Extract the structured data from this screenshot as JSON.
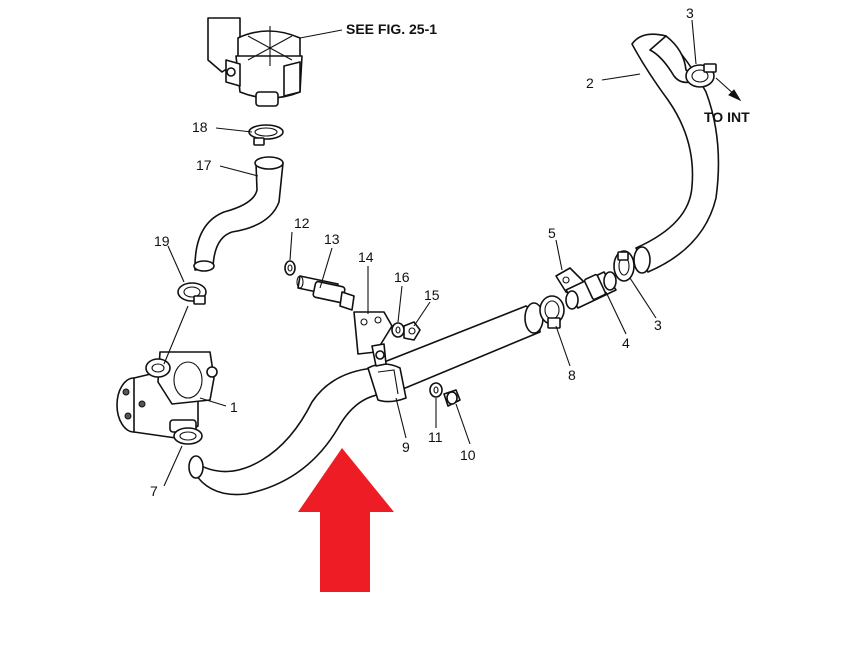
{
  "callouts": {
    "see_fig": "SEE FIG. 25-1",
    "to_int": "TO INT",
    "n1": "1",
    "n2": "2",
    "n3a": "3",
    "n3b": "3",
    "n4": "4",
    "n5": "5",
    "n7": "7",
    "n8": "8",
    "n9": "9",
    "n10": "10",
    "n11": "11",
    "n12": "12",
    "n13": "13",
    "n14": "14",
    "n15": "15",
    "n16": "16",
    "n17": "17",
    "n18": "18",
    "n19": "19"
  },
  "colors": {
    "highlight_arrow": "#ee1c25",
    "line": "#111111"
  }
}
